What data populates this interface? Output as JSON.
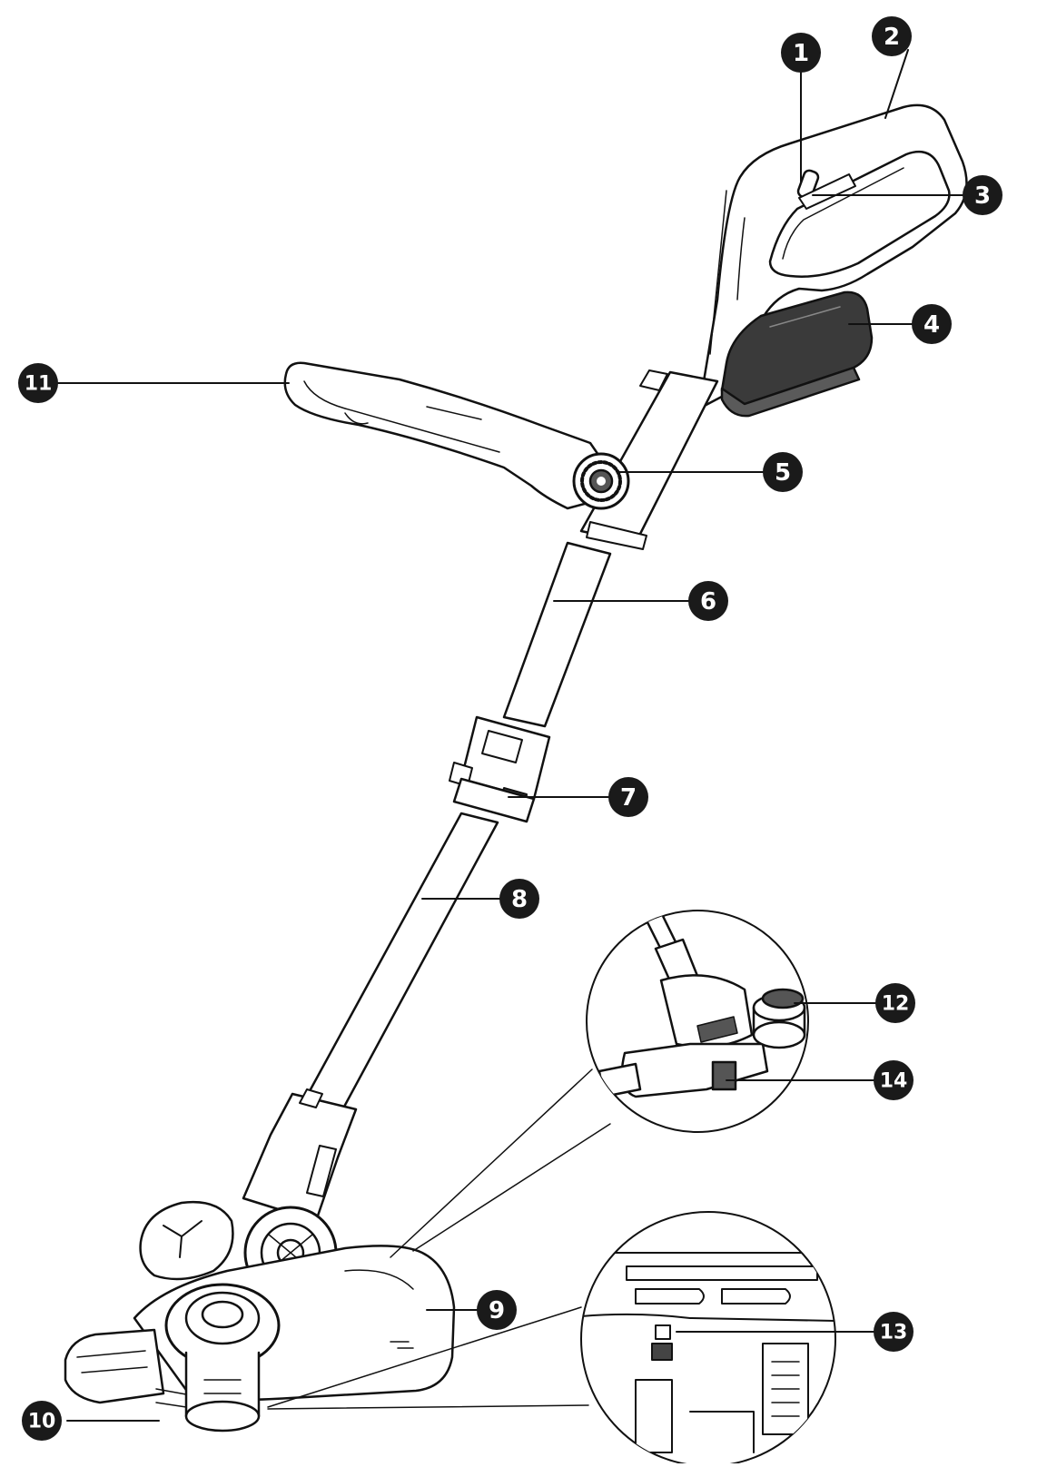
{
  "diagram": {
    "callouts": [
      {
        "id": 1,
        "label": "1"
      },
      {
        "id": 2,
        "label": "2"
      },
      {
        "id": 3,
        "label": "3"
      },
      {
        "id": 4,
        "label": "4"
      },
      {
        "id": 5,
        "label": "5"
      },
      {
        "id": 6,
        "label": "6"
      },
      {
        "id": 7,
        "label": "7"
      },
      {
        "id": 8,
        "label": "8"
      },
      {
        "id": 9,
        "label": "9"
      },
      {
        "id": 10,
        "label": "10"
      },
      {
        "id": 11,
        "label": "11"
      },
      {
        "id": 12,
        "label": "12"
      },
      {
        "id": 13,
        "label": "13"
      },
      {
        "id": 14,
        "label": "14"
      }
    ],
    "colors": {
      "line": "#111111",
      "badge": "#1a1a1a",
      "badge_text": "#ffffff",
      "battery": "#3a3a3a",
      "background": "#ffffff"
    }
  }
}
